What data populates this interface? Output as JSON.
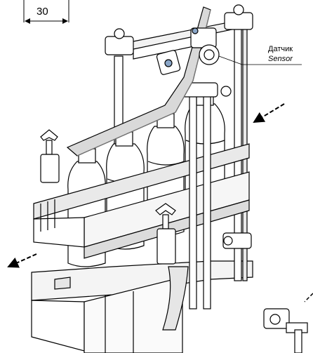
{
  "dimension": {
    "value": "30"
  },
  "callout": {
    "label_ru": "Датчик",
    "label_en": "Sensor"
  },
  "colors": {
    "line": "#000000",
    "bottle": "#ffffff",
    "rail": "#e9e9e9",
    "shade": "#bdbdbd",
    "accent": "#8aa6c8"
  },
  "icons": {
    "direction_arrow": "dashed-arrow",
    "clamp": "knob-clamp"
  }
}
